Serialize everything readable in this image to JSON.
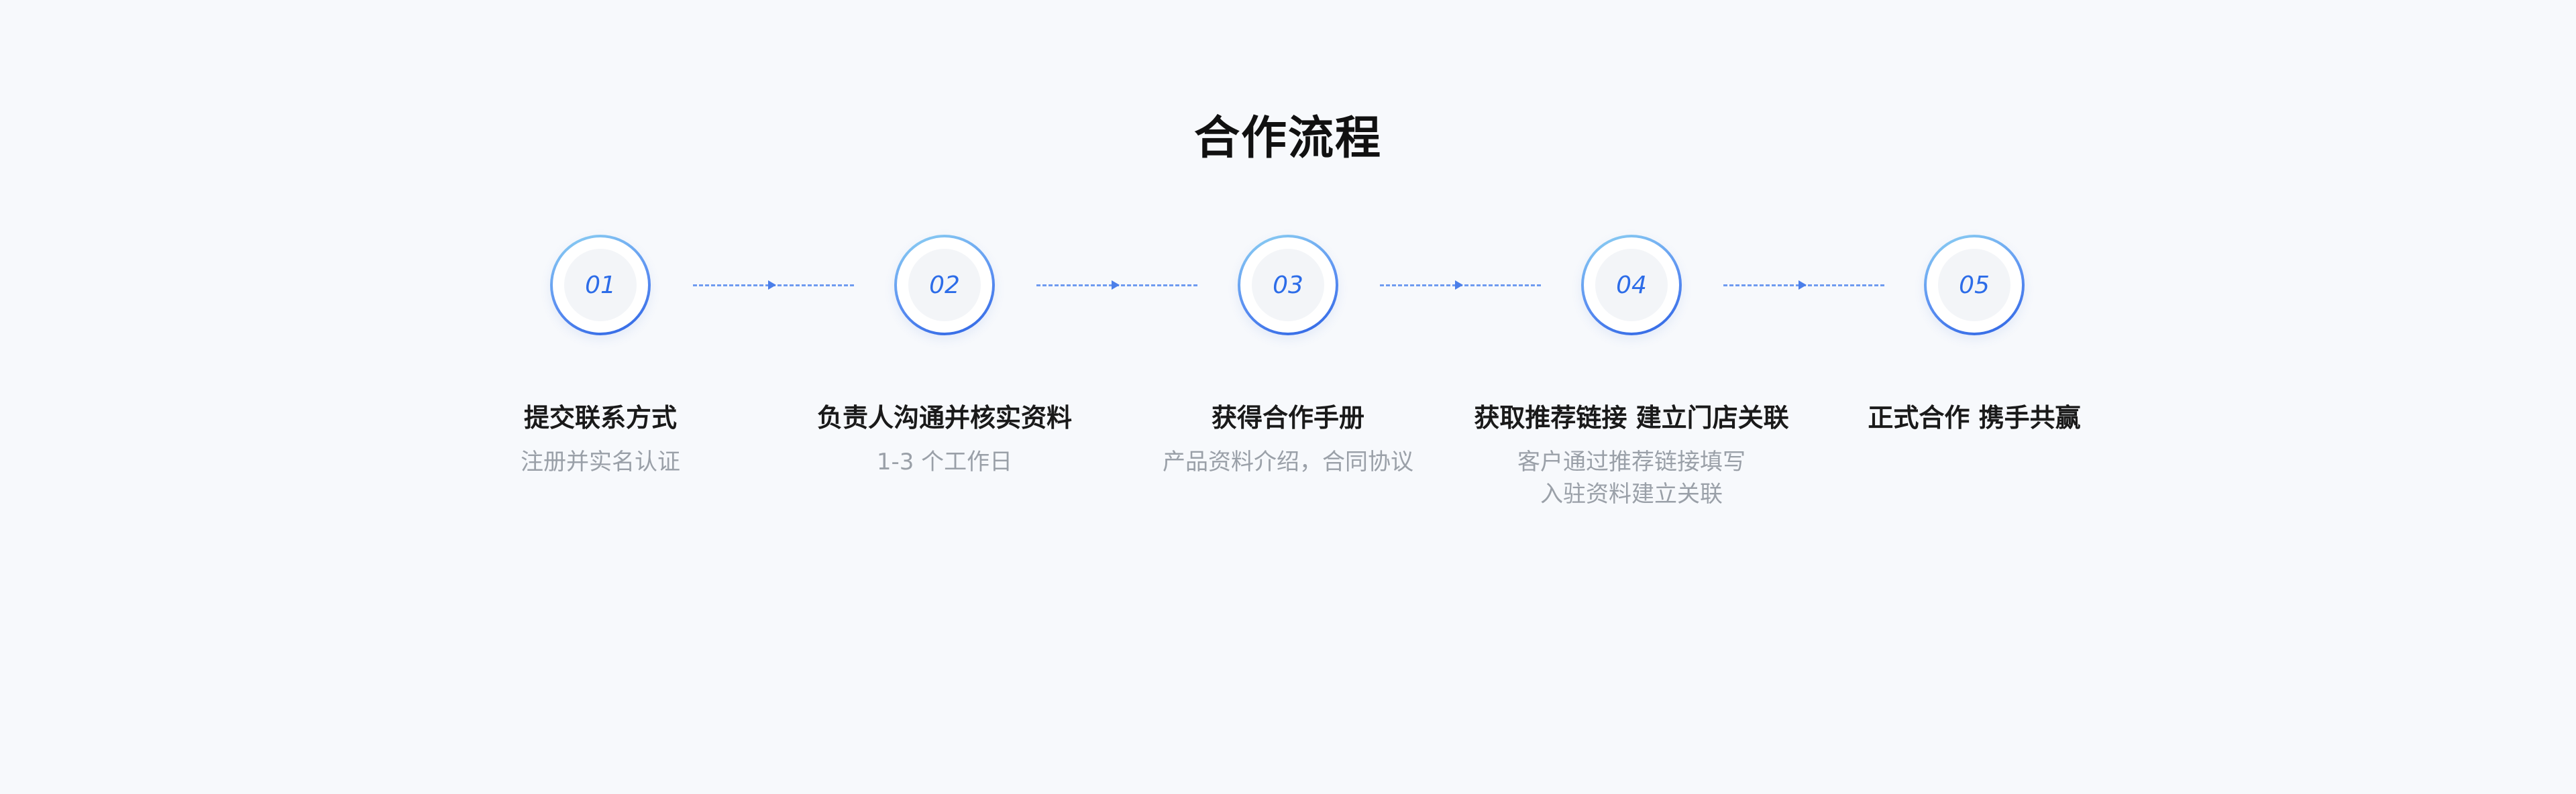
{
  "title": "合作流程",
  "colors": {
    "accent": "#2c6ce8",
    "connector": "#6f9bf0",
    "background": "#f7f9fc"
  },
  "steps": [
    {
      "number": "01",
      "title": "提交联系方式",
      "desc": [
        "注册并实名认证"
      ]
    },
    {
      "number": "02",
      "title": "负责人沟通并核实资料",
      "desc": [
        "1-3 个工作日"
      ]
    },
    {
      "number": "03",
      "title": "获得合作手册",
      "desc": [
        "产品资料介绍，合同协议"
      ]
    },
    {
      "number": "04",
      "title": "获取推荐链接  建立门店关联",
      "desc": [
        "客户通过推荐链接填写",
        "入驻资料建立关联"
      ]
    },
    {
      "number": "05",
      "title": "正式合作  携手共赢",
      "desc": []
    }
  ]
}
